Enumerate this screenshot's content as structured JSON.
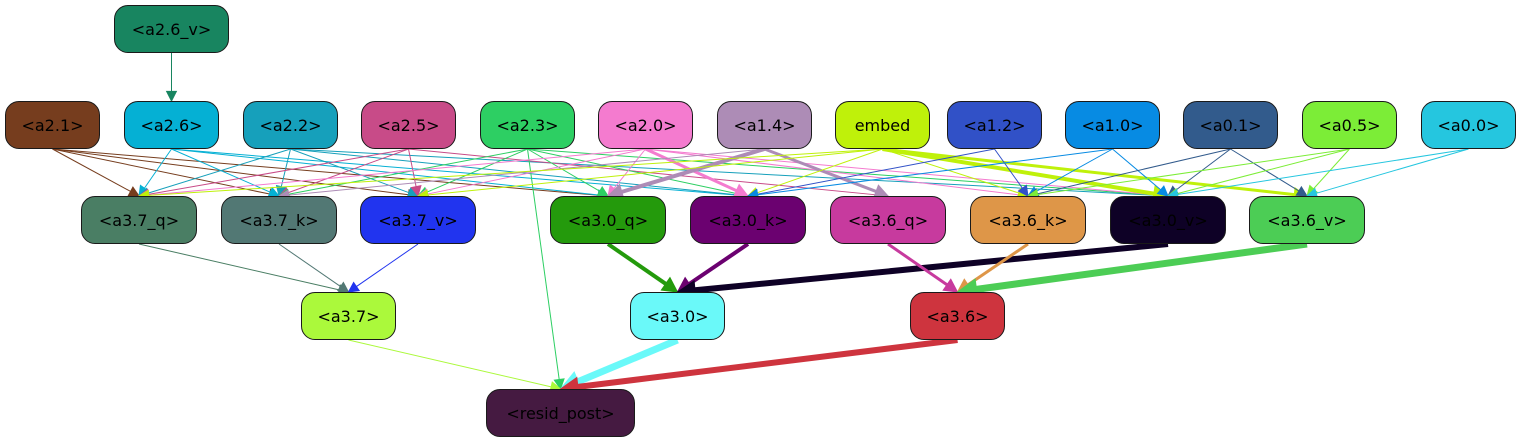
{
  "nodes": [
    {
      "id": "a2_6_v",
      "label": "<a2.6_v>",
      "fill": "#188560",
      "text": "#000000"
    },
    {
      "id": "a2_1",
      "label": "<a2.1>",
      "fill": "#763d1e",
      "text": "#000000"
    },
    {
      "id": "a2_6",
      "label": "<a2.6>",
      "fill": "#05b0d4",
      "text": "#000000"
    },
    {
      "id": "a2_2",
      "label": "<a2.2>",
      "fill": "#16a0bb",
      "text": "#000000"
    },
    {
      "id": "a2_5",
      "label": "<a2.5>",
      "fill": "#c84b88",
      "text": "#000000"
    },
    {
      "id": "a2_3",
      "label": "<a2.3>",
      "fill": "#2dcf63",
      "text": "#000000"
    },
    {
      "id": "a2_0",
      "label": "<a2.0>",
      "fill": "#f47bcf",
      "text": "#000000"
    },
    {
      "id": "a1_4",
      "label": "<a1.4>",
      "fill": "#ad8cb6",
      "text": "#000000"
    },
    {
      "id": "embed",
      "label": "embed",
      "fill": "#bff10a",
      "text": "#000000"
    },
    {
      "id": "a1_2",
      "label": "<a1.2>",
      "fill": "#3151c7",
      "text": "#000000"
    },
    {
      "id": "a1_0",
      "label": "<a1.0>",
      "fill": "#078be3",
      "text": "#000000"
    },
    {
      "id": "a0_1",
      "label": "<a0.1>",
      "fill": "#325b8c",
      "text": "#000000"
    },
    {
      "id": "a0_5",
      "label": "<a0.5>",
      "fill": "#7ced37",
      "text": "#000000"
    },
    {
      "id": "a0_0",
      "label": "<a0.0>",
      "fill": "#25c6df",
      "text": "#000000"
    },
    {
      "id": "a3_7_q",
      "label": "<a3.7_q>",
      "fill": "#4a7e64",
      "text": "#000000"
    },
    {
      "id": "a3_7_k",
      "label": "<a3.7_k>",
      "fill": "#527874",
      "text": "#000000"
    },
    {
      "id": "a3_7_v",
      "label": "<a3.7_v>",
      "fill": "#2134ef",
      "text": "#000000"
    },
    {
      "id": "a3_0_q",
      "label": "<a3.0_q>",
      "fill": "#249a0c",
      "text": "#000000"
    },
    {
      "id": "a3_0_k",
      "label": "<a3.0_k>",
      "fill": "#6b0170",
      "text": "#000000"
    },
    {
      "id": "a3_6_q",
      "label": "<a3.6_q>",
      "fill": "#c73a9e",
      "text": "#000000"
    },
    {
      "id": "a3_6_k",
      "label": "<a3.6_k>",
      "fill": "#de9648",
      "text": "#000000"
    },
    {
      "id": "a3_0_v",
      "label": "<a3.0_v>",
      "fill": "#0e0126",
      "text": "#000000"
    },
    {
      "id": "a3_6_v",
      "label": "<a3.6_v>",
      "fill": "#4ccd55",
      "text": "#000000"
    },
    {
      "id": "a3_7",
      "label": "<a3.7>",
      "fill": "#abf93b",
      "text": "#000000"
    },
    {
      "id": "a3_0",
      "label": "<a3.0>",
      "fill": "#6af9f9",
      "text": "#000000"
    },
    {
      "id": "a3_6",
      "label": "<a3.6>",
      "fill": "#ce343e",
      "text": "#000000"
    },
    {
      "id": "resid_post",
      "label": "<resid_post>",
      "fill": "#451a41",
      "text": "#000000"
    }
  ],
  "edges": [
    {
      "from": "a2_6_v",
      "to": "a2_6",
      "color": "#188560",
      "weight": 1
    },
    {
      "from": "a2_1",
      "to": "a3_7_q",
      "color": "#763d1e",
      "weight": 1
    },
    {
      "from": "a2_1",
      "to": "a3_7_k",
      "color": "#763d1e",
      "weight": 1
    },
    {
      "from": "a2_1",
      "to": "a3_7_v",
      "color": "#763d1e",
      "weight": 1
    },
    {
      "from": "a2_1",
      "to": "a3_0_q",
      "color": "#763d1e",
      "weight": 1
    },
    {
      "from": "a2_6",
      "to": "a3_7_q",
      "color": "#05b0d4",
      "weight": 1
    },
    {
      "from": "a2_6",
      "to": "a3_7_k",
      "color": "#05b0d4",
      "weight": 1
    },
    {
      "from": "a2_6",
      "to": "a3_0_q",
      "color": "#05b0d4",
      "weight": 1
    },
    {
      "from": "a2_6",
      "to": "a3_0_k",
      "color": "#05b0d4",
      "weight": 1
    },
    {
      "from": "a2_2",
      "to": "a3_7_q",
      "color": "#16a0bb",
      "weight": 1
    },
    {
      "from": "a2_2",
      "to": "a3_7_k",
      "color": "#16a0bb",
      "weight": 1
    },
    {
      "from": "a2_2",
      "to": "a3_7_v",
      "color": "#16a0bb",
      "weight": 1
    },
    {
      "from": "a2_2",
      "to": "a3_0_k",
      "color": "#16a0bb",
      "weight": 1
    },
    {
      "from": "a2_2",
      "to": "a3_0_v",
      "color": "#16a0bb",
      "weight": 1
    },
    {
      "from": "a2_5",
      "to": "a3_7_q",
      "color": "#c84b88",
      "weight": 1
    },
    {
      "from": "a2_5",
      "to": "a3_7_k",
      "color": "#c84b88",
      "weight": 1
    },
    {
      "from": "a2_5",
      "to": "a3_7_v",
      "color": "#c84b88",
      "weight": 1
    },
    {
      "from": "a2_5",
      "to": "a3_6_q",
      "color": "#c84b88",
      "weight": 1
    },
    {
      "from": "a2_3",
      "to": "a3_7_k",
      "color": "#2dcf63",
      "weight": 1
    },
    {
      "from": "a2_3",
      "to": "a3_7_v",
      "color": "#2dcf63",
      "weight": 1
    },
    {
      "from": "a2_3",
      "to": "a3_0_q",
      "color": "#2dcf63",
      "weight": 1
    },
    {
      "from": "a2_3",
      "to": "a3_0_k",
      "color": "#2dcf63",
      "weight": 1
    },
    {
      "from": "a2_3",
      "to": "a3_0_v",
      "color": "#2dcf63",
      "weight": 1
    },
    {
      "from": "a2_3",
      "to": "resid_post",
      "color": "#2dcf63",
      "weight": 1
    },
    {
      "from": "a2_0",
      "to": "a3_7_q",
      "color": "#f47bcf",
      "weight": 1
    },
    {
      "from": "a2_0",
      "to": "a3_7_v",
      "color": "#f47bcf",
      "weight": 1
    },
    {
      "from": "a2_0",
      "to": "a3_0_q",
      "color": "#f47bcf",
      "weight": 1
    },
    {
      "from": "a2_0",
      "to": "a3_0_k",
      "color": "#f47bcf",
      "weight": 3
    },
    {
      "from": "a2_0",
      "to": "a3_6_k",
      "color": "#f47bcf",
      "weight": 1
    },
    {
      "from": "a2_0",
      "to": "a3_0_v",
      "color": "#f47bcf",
      "weight": 1
    },
    {
      "from": "a1_4",
      "to": "a3_0_q",
      "color": "#ad8cb6",
      "weight": 4
    },
    {
      "from": "a1_4",
      "to": "a3_6_q",
      "color": "#ad8cb6",
      "weight": 3
    },
    {
      "from": "a1_4",
      "to": "a3_7_k",
      "color": "#ad8cb6",
      "weight": 1
    },
    {
      "from": "embed",
      "to": "a3_0_v",
      "color": "#bff10a",
      "weight": 4
    },
    {
      "from": "embed",
      "to": "a3_6_v",
      "color": "#bff10a",
      "weight": 3
    },
    {
      "from": "embed",
      "to": "a3_0_k",
      "color": "#bff10a",
      "weight": 1
    },
    {
      "from": "embed",
      "to": "a3_7_v",
      "color": "#bff10a",
      "weight": 1
    },
    {
      "from": "embed",
      "to": "a3_6_k",
      "color": "#bff10a",
      "weight": 1
    },
    {
      "from": "embed",
      "to": "a3_7_q",
      "color": "#bff10a",
      "weight": 1
    },
    {
      "from": "a1_2",
      "to": "a3_6_k",
      "color": "#3151c7",
      "weight": 1
    },
    {
      "from": "a1_2",
      "to": "a3_0_k",
      "color": "#3151c7",
      "weight": 1
    },
    {
      "from": "a1_0",
      "to": "a3_0_k",
      "color": "#078be3",
      "weight": 1
    },
    {
      "from": "a1_0",
      "to": "a3_6_k",
      "color": "#078be3",
      "weight": 1
    },
    {
      "from": "a1_0",
      "to": "a3_0_v",
      "color": "#078be3",
      "weight": 1
    },
    {
      "from": "a0_1",
      "to": "a3_0_v",
      "color": "#325b8c",
      "weight": 1
    },
    {
      "from": "a0_1",
      "to": "a3_6_v",
      "color": "#325b8c",
      "weight": 1
    },
    {
      "from": "a0_1",
      "to": "a3_6_k",
      "color": "#325b8c",
      "weight": 1
    },
    {
      "from": "a0_5",
      "to": "a3_6_v",
      "color": "#7ced37",
      "weight": 1
    },
    {
      "from": "a0_5",
      "to": "a3_0_v",
      "color": "#7ced37",
      "weight": 1
    },
    {
      "from": "a0_5",
      "to": "a3_6_k",
      "color": "#7ced37",
      "weight": 1
    },
    {
      "from": "a0_0",
      "to": "a3_6_v",
      "color": "#25c6df",
      "weight": 1
    },
    {
      "from": "a0_0",
      "to": "a3_0_v",
      "color": "#25c6df",
      "weight": 1
    },
    {
      "from": "a3_7_q",
      "to": "a3_7",
      "color": "#4a7e64",
      "weight": 1
    },
    {
      "from": "a3_7_k",
      "to": "a3_7",
      "color": "#527874",
      "weight": 1
    },
    {
      "from": "a3_7_v",
      "to": "a3_7",
      "color": "#2134ef",
      "weight": 1
    },
    {
      "from": "a3_0_q",
      "to": "a3_0",
      "color": "#249a0c",
      "weight": 4
    },
    {
      "from": "a3_0_k",
      "to": "a3_0",
      "color": "#6b0170",
      "weight": 4
    },
    {
      "from": "a3_0_v",
      "to": "a3_0",
      "color": "#0e0126",
      "weight": 6
    },
    {
      "from": "a3_6_q",
      "to": "a3_6",
      "color": "#c73a9e",
      "weight": 3
    },
    {
      "from": "a3_6_k",
      "to": "a3_6",
      "color": "#de9648",
      "weight": 3
    },
    {
      "from": "a3_6_v",
      "to": "a3_6",
      "color": "#4ccd55",
      "weight": 7
    },
    {
      "from": "a3_7",
      "to": "resid_post",
      "color": "#abf93b",
      "weight": 1
    },
    {
      "from": "a3_0",
      "to": "resid_post",
      "color": "#6af9f9",
      "weight": 7
    },
    {
      "from": "a3_6",
      "to": "resid_post",
      "color": "#ce343e",
      "weight": 6
    }
  ]
}
